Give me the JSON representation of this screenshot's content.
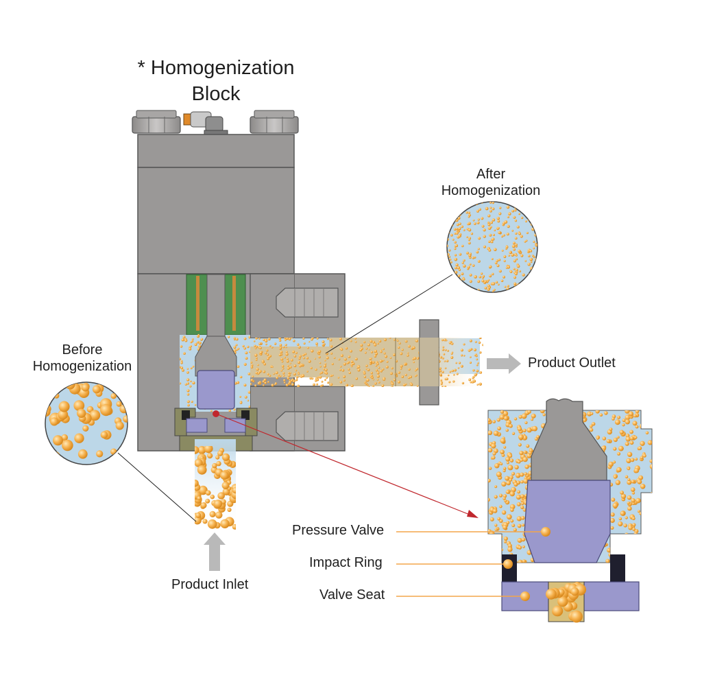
{
  "title": {
    "line1": "* Homogenization",
    "line2": "Block"
  },
  "labels": {
    "before_line1": "Before",
    "before_line2": "Homogenization",
    "after_line1": "After",
    "after_line2": "Homogenization",
    "product_outlet": "Product Outlet",
    "product_inlet": "Product Inlet",
    "pressure_valve": "Pressure Valve",
    "impact_ring": "Impact Ring",
    "valve_seat": "Valve Seat"
  },
  "colors": {
    "block_gray": "#9a9897",
    "block_dark": "#7d7b7a",
    "valve_purple": "#9a98cc",
    "seal_green": "#4e8f4f",
    "fluid_blue": "#bcd7e8",
    "droplet_orange": "#f0a53c",
    "pointer_red": "#c0272d",
    "callout_orange": "#f3a64a",
    "arrow_gray": "#b9b9b9"
  }
}
